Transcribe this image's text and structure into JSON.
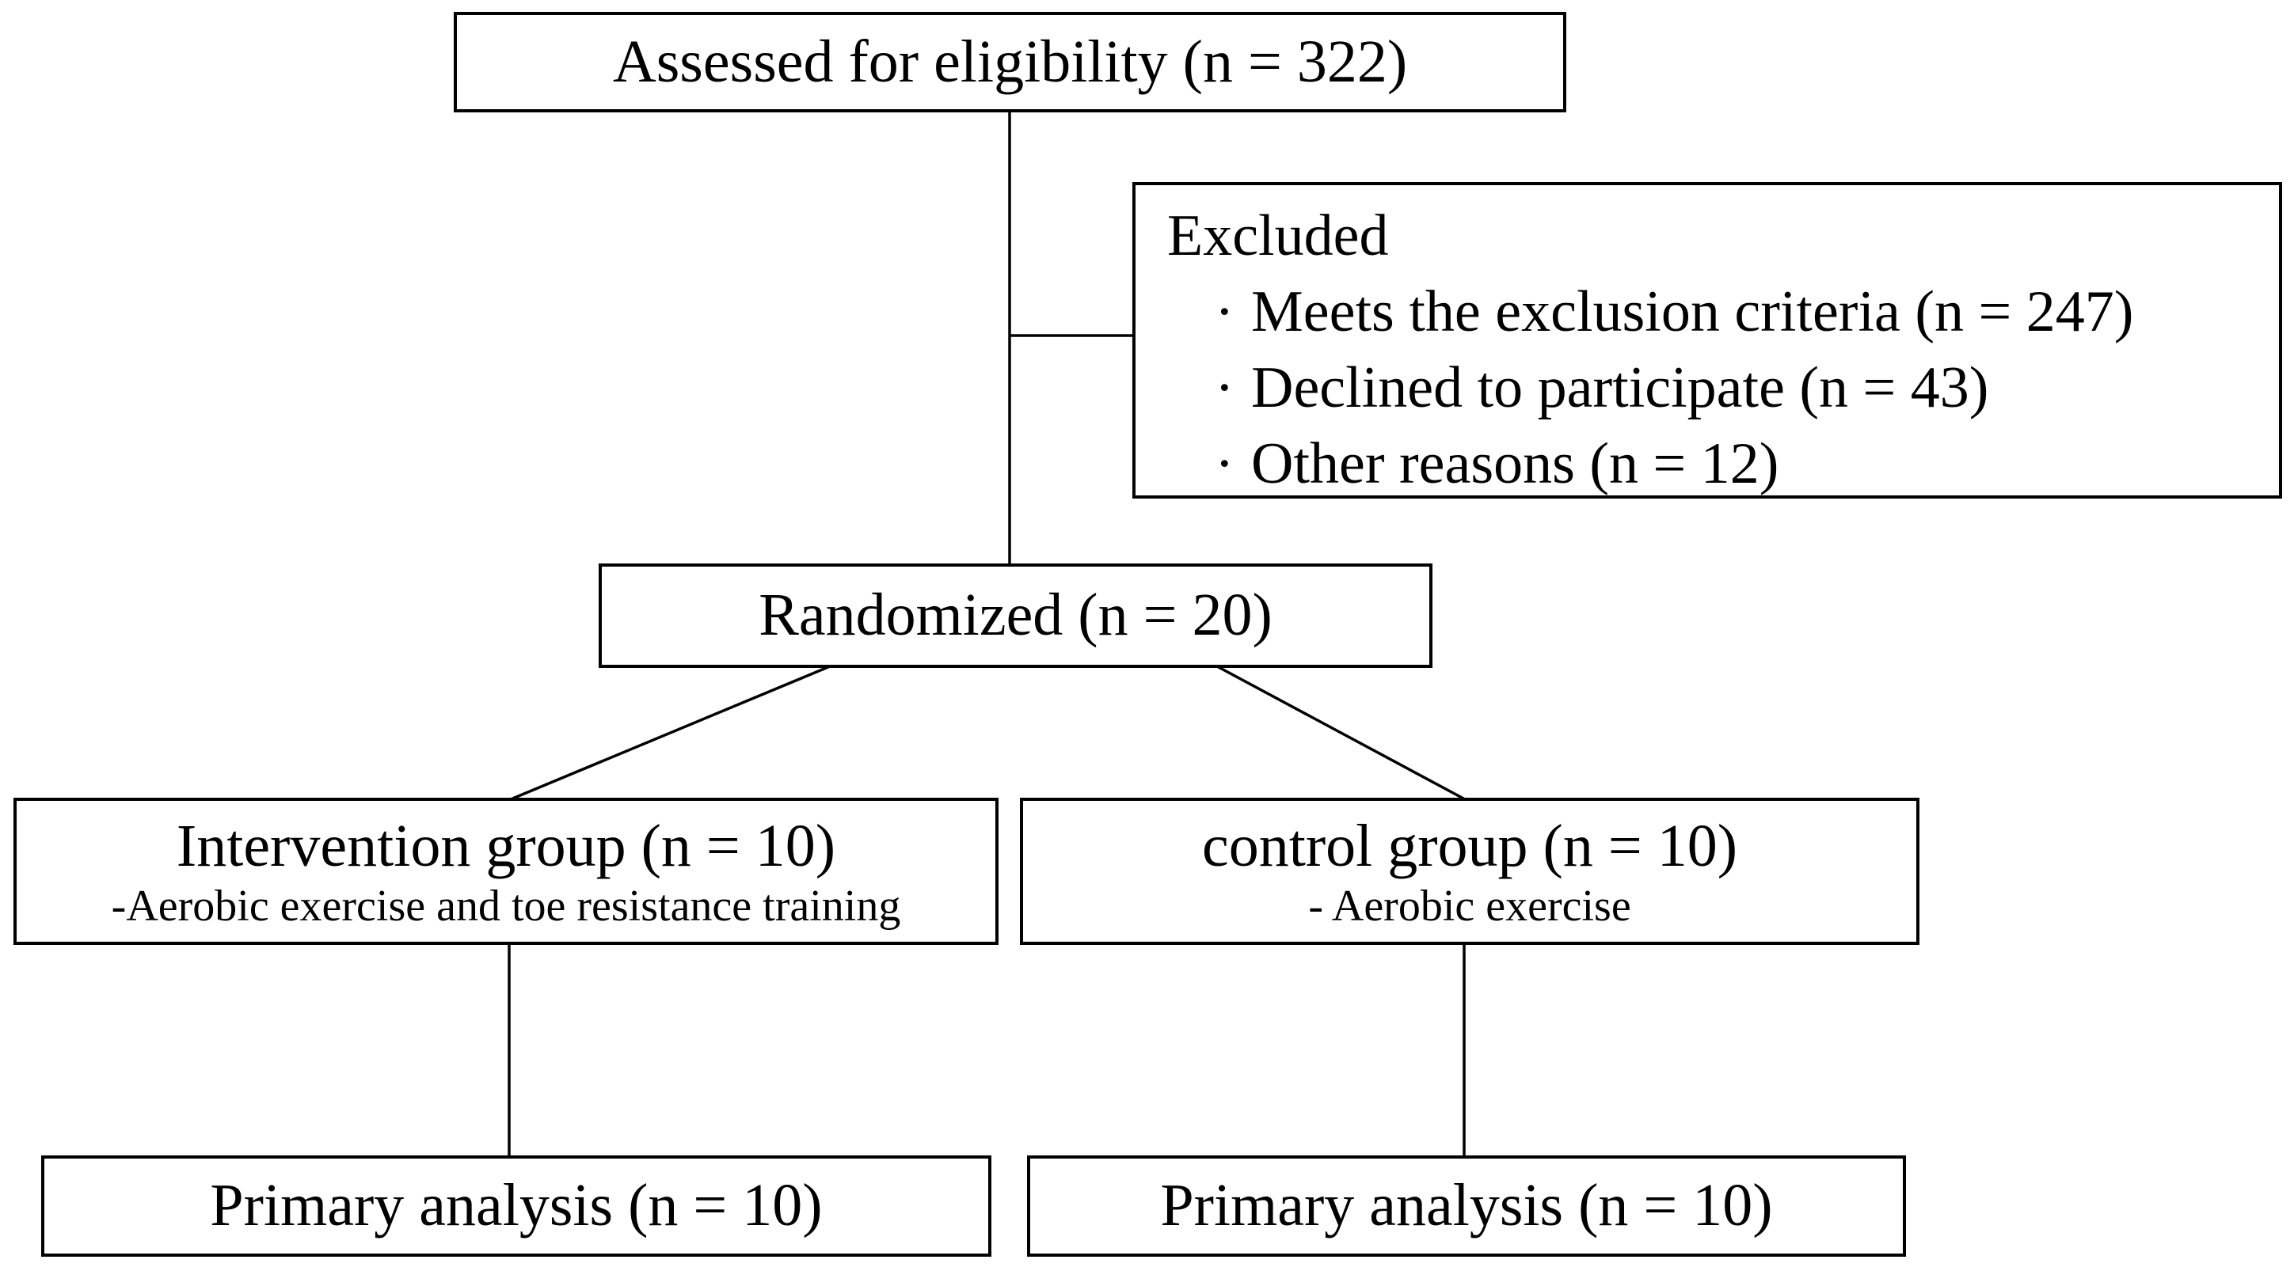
{
  "flowchart": {
    "assessed": {
      "label": "Assessed for eligibility (n = 322)"
    },
    "excluded": {
      "title": "Excluded",
      "bullet": "·",
      "items": [
        "Meets the exclusion criteria (n = 247)",
        "Declined to participate (n = 43)",
        "Other reasons (n = 12)"
      ]
    },
    "randomized": {
      "label": "Randomized (n = 20)"
    },
    "intervention": {
      "label": "Intervention group (n = 10)",
      "detail": "-Aerobic exercise and toe resistance training"
    },
    "control": {
      "label": "control group (n = 10)",
      "detail": "- Aerobic exercise"
    },
    "primary_left": {
      "label": "Primary analysis (n = 10)"
    },
    "primary_right": {
      "label": "Primary analysis (n = 10)"
    }
  },
  "colors": {
    "background": "#ffffff",
    "box_border": "#000000",
    "text": "#000000",
    "connector": "#000000"
  }
}
